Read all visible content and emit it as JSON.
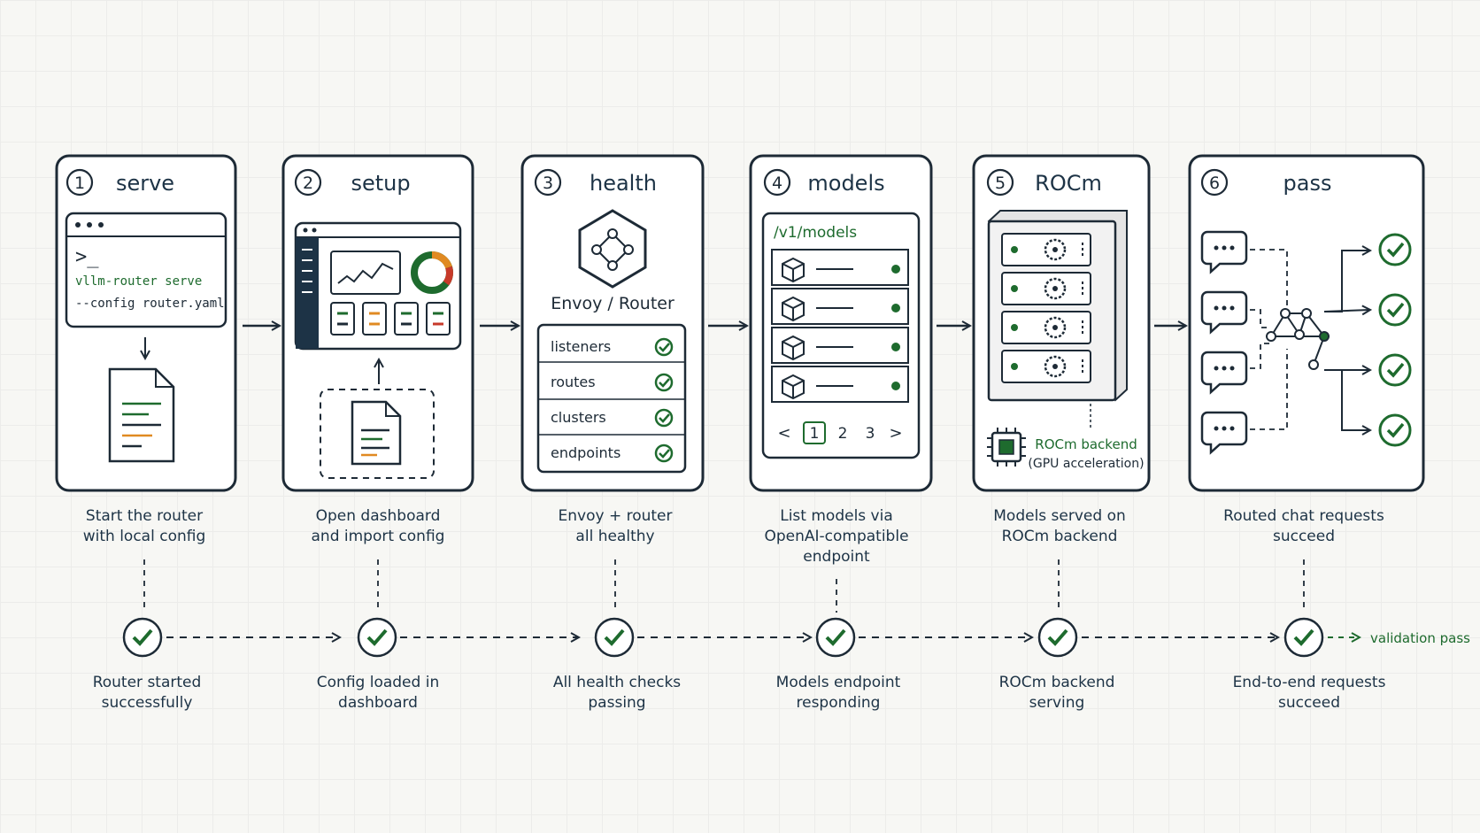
{
  "colors": {
    "ink": "#1d2a36",
    "navy": "#1d3346",
    "green": "#1e6b2e",
    "orange": "#e08a22",
    "red": "#c73a2a"
  },
  "steps": [
    {
      "num": "1",
      "title": "serve",
      "caption": [
        "Start the router",
        "with local config"
      ],
      "status": [
        "Router started",
        "successfully"
      ]
    },
    {
      "num": "2",
      "title": "setup",
      "caption": [
        "Open dashboard",
        "and import config"
      ],
      "status": [
        "Config loaded in",
        "dashboard"
      ]
    },
    {
      "num": "3",
      "title": "health",
      "caption": [
        "Envoy + router",
        "all healthy"
      ],
      "status": [
        "All health checks",
        "passing"
      ]
    },
    {
      "num": "4",
      "title": "models",
      "caption": [
        "List models via",
        "OpenAI-compatible",
        "endpoint"
      ],
      "status": [
        "Models endpoint",
        "responding"
      ]
    },
    {
      "num": "5",
      "title": "ROCm",
      "caption": [
        "Models served on",
        "ROCm backend"
      ],
      "status": [
        "ROCm backend",
        "serving"
      ]
    },
    {
      "num": "6",
      "title": "pass",
      "caption": [
        "Routed chat requests",
        "succeed"
      ],
      "status": [
        "End-to-end requests",
        "succeed"
      ]
    }
  ],
  "serve": {
    "prompt": ">_",
    "cmd1": "vllm-router serve",
    "cmd2": "--config router.yaml"
  },
  "health": {
    "envoy_label": "Envoy / Router",
    "checks": [
      "listeners",
      "routes",
      "clusters",
      "endpoints"
    ]
  },
  "models": {
    "endpoint": "/v1/models",
    "pages": [
      "1",
      "2",
      "3"
    ],
    "prev": "<",
    "next": ">"
  },
  "rocm": {
    "backend_label": [
      "ROCm backend",
      "(GPU acceleration)"
    ]
  },
  "final": {
    "label": "validation pass"
  }
}
